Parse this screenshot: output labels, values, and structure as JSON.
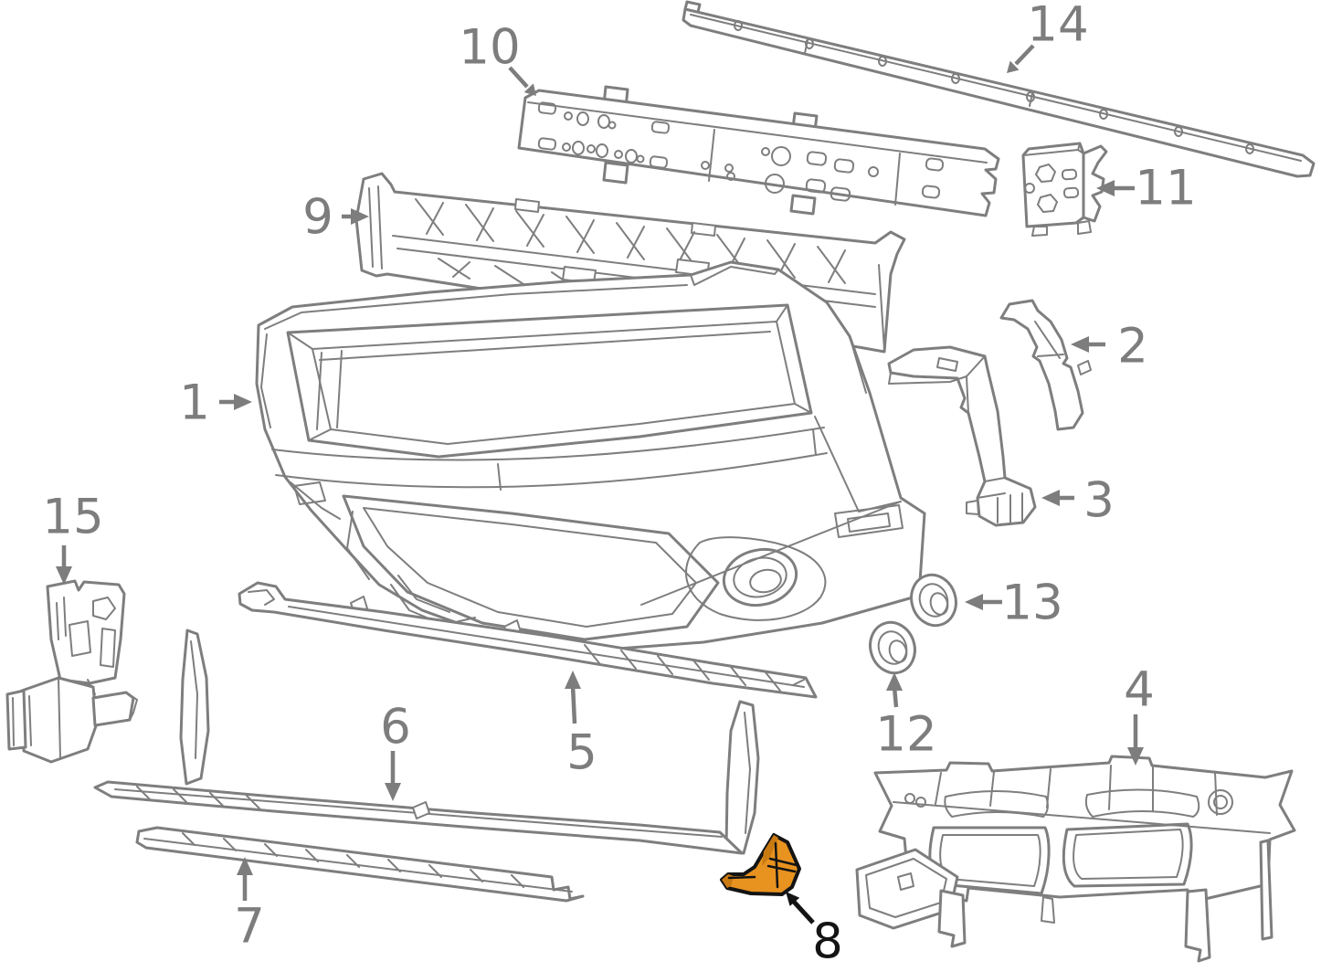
{
  "figure": {
    "kind": "exploded-parts-diagram",
    "background_color": "#ffffff",
    "line_color": "#7e7e7e",
    "callout_color": "#7d7d7d",
    "highlight": {
      "part": "8",
      "fill_color": "#e8921f",
      "shade_color": "#c97a12",
      "outline_color": "#141414",
      "label_color": "#141414"
    }
  },
  "labels": {
    "p1": "1",
    "p2": "2",
    "p3": "3",
    "p4": "4",
    "p5": "5",
    "p6": "6",
    "p7": "7",
    "p8": "8",
    "p9": "9",
    "p10": "10",
    "p11": "11",
    "p12": "12",
    "p13": "13",
    "p14": "14",
    "p15": "15"
  }
}
